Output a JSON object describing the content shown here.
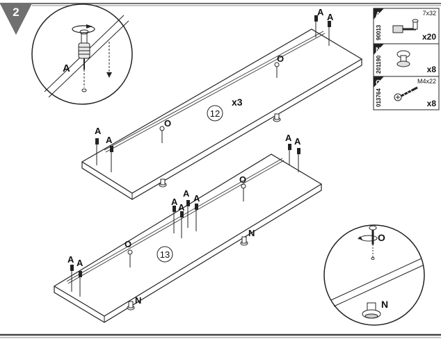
{
  "step": "2",
  "parts": [
    {
      "letter": "A",
      "code": "90013",
      "size": "7x32",
      "qty": "x20",
      "icon": "cam-dowel-icon"
    },
    {
      "letter": "N",
      "code": "201190",
      "size": "",
      "qty": "x8",
      "icon": "leveler-foot-icon"
    },
    {
      "letter": "O",
      "code": "013764",
      "size": "M4x22",
      "qty": "x8",
      "icon": "screw-icon"
    }
  ],
  "panels": [
    {
      "number": "12",
      "multiplier": "x3"
    },
    {
      "number": "13",
      "multiplier": ""
    }
  ],
  "callouts": {
    "A": "A",
    "O": "O",
    "N": "N"
  }
}
